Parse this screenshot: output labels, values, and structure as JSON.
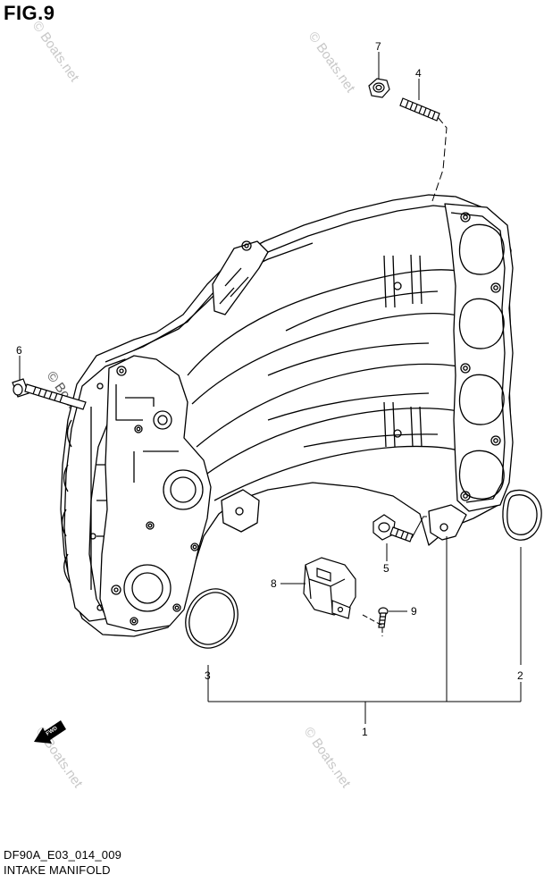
{
  "figure": {
    "title": "FIG.9",
    "model_code": "DF90A_E03_014_009",
    "name": "INTAKE MANIFOLD"
  },
  "callouts": [
    "1",
    "2",
    "3",
    "4",
    "5",
    "6",
    "7",
    "8",
    "9"
  ],
  "watermark": "© Boats.net",
  "fwd_label": "FWD",
  "colors": {
    "line": "#000000",
    "watermark": "#c8c8c8",
    "background": "#ffffff"
  }
}
